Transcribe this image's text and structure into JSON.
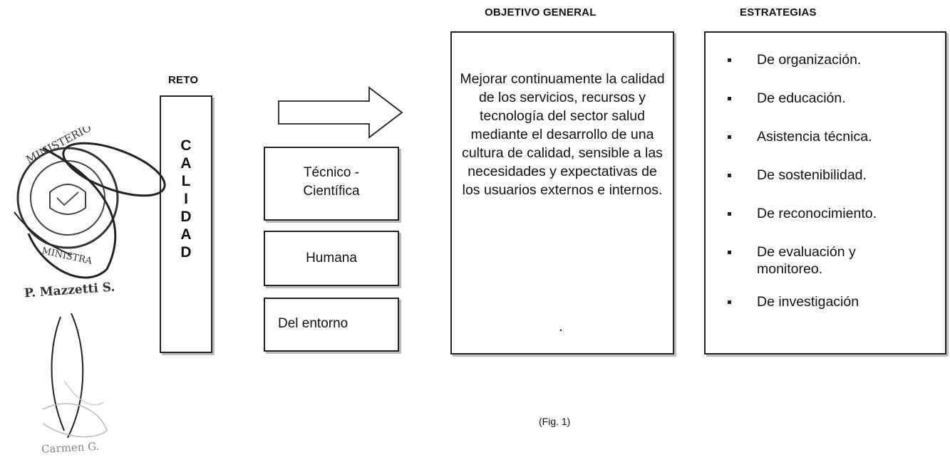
{
  "reto": {
    "heading": "RETO",
    "letters": [
      "C",
      "A",
      "L",
      "I",
      "D",
      "A",
      "D"
    ]
  },
  "dimensions": [
    {
      "label": "Técnico -\nCientífica"
    },
    {
      "label": "Humana"
    },
    {
      "label": "Del entorno"
    }
  ],
  "objective": {
    "heading": "OBJETIVO GENERAL",
    "text": "Mejorar continuamente la calidad de los servicios, recursos y tecnología del sector salud mediante el desarrollo de una cultura de calidad, sensible a las necesidades y expectativas de los usuarios externos e internos.",
    "trailing_dot": "."
  },
  "strategies": {
    "heading": "ESTRATEGIAS",
    "items": [
      "De organización.",
      "De educación.",
      "Asistencia técnica.",
      "De sostenibilidad.",
      "De reconocimiento.",
      "De evaluación y monitoreo.",
      "De investigación"
    ]
  },
  "caption": "(Fig. 1)",
  "stamp": {
    "ring_text": "MINISTERIO",
    "bottom_text": "MINISTRA"
  },
  "signatures": {
    "signer_1": "P. Mazzetti S.",
    "signer_2": "Carmen G."
  },
  "colors": {
    "line": "#222222",
    "shadow": "#bdbdbd",
    "ink": "#111111"
  }
}
